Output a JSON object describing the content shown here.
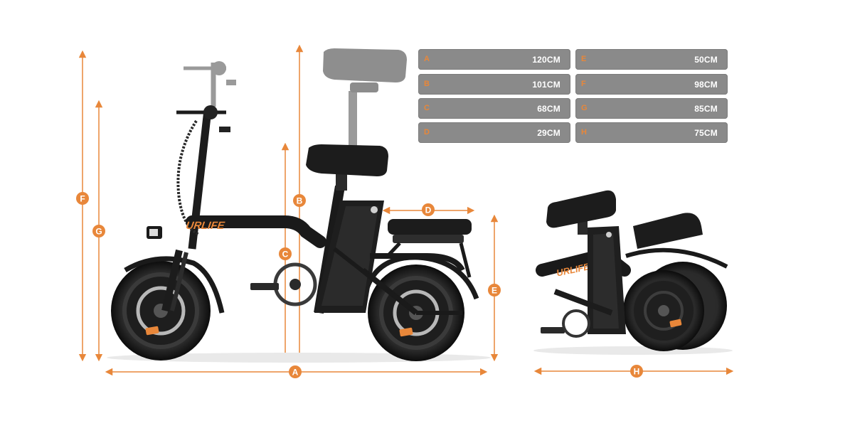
{
  "brand": "URLIFE",
  "colors": {
    "accent": "#e8873a",
    "frame": "#1f1f1f",
    "tag_bg": "#8a8a8a"
  },
  "specs": [
    {
      "key": "A",
      "value": "120CM"
    },
    {
      "key": "B",
      "value": "101CM"
    },
    {
      "key": "C",
      "value": "68CM"
    },
    {
      "key": "D",
      "value": "29CM"
    },
    {
      "key": "E",
      "value": "50CM"
    },
    {
      "key": "F",
      "value": "98CM"
    },
    {
      "key": "G",
      "value": "85CM"
    },
    {
      "key": "H",
      "value": "75CM"
    }
  ],
  "dimension_markers": {
    "A": "A",
    "B": "B",
    "C": "C",
    "D": "D",
    "E": "E",
    "F": "F",
    "G": "G",
    "H": "H"
  }
}
